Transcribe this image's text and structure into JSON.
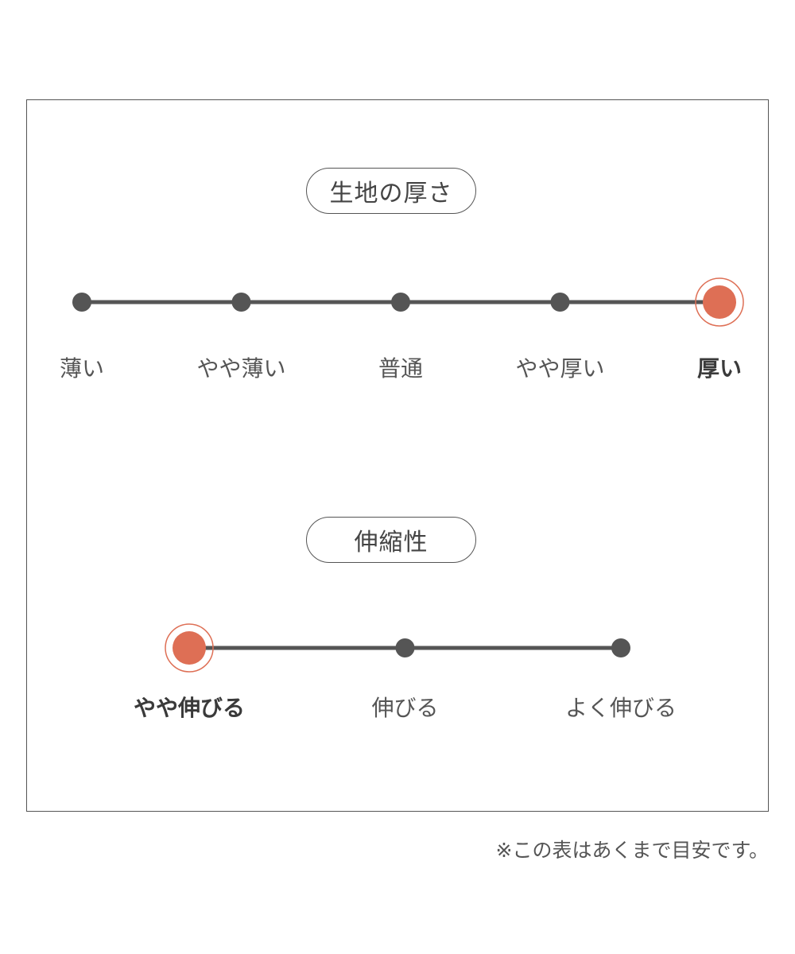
{
  "thickness": {
    "title": "生地の厚さ",
    "levels": [
      "薄い",
      "やや薄い",
      "普通",
      "やや厚い",
      "厚い"
    ],
    "selected_index": 4
  },
  "stretch": {
    "title": "伸縮性",
    "levels": [
      "やや伸びる",
      "伸びる",
      "よく伸びる"
    ],
    "selected_index": 0
  },
  "note": "※この表はあくまで目安です。",
  "colors": {
    "marker": "#de6f55",
    "dot": "#555555",
    "line": "#555555"
  }
}
